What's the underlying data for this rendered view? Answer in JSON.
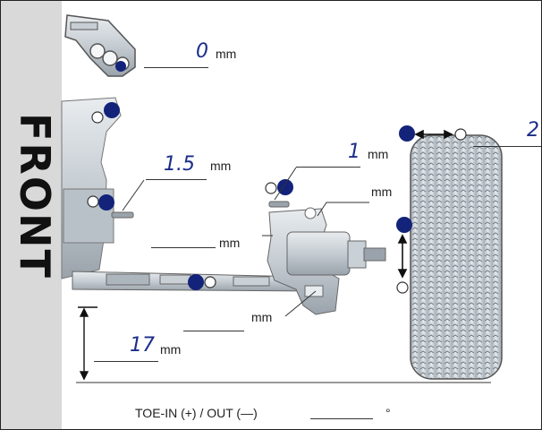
{
  "side_label": "FRONT",
  "settings": {
    "top_value": "0",
    "top_unit": "mm",
    "upper_left_value": "1.5",
    "upper_left_unit": "mm",
    "upper_mid_value": "1",
    "upper_mid_unit": "mm",
    "right_value": "2",
    "upright_unit": "mm",
    "mid_unit": "mm",
    "lower_unit": "mm",
    "ride_height_value": "17",
    "ride_height_unit": "mm",
    "toe_label": "TOE-IN (+) / OUT (—)",
    "toe_value": "",
    "toe_unit": "°"
  },
  "colors": {
    "accent_dot": "#13237a",
    "value_text": "#1a2d8a",
    "side_band": "#d9d9d9"
  }
}
